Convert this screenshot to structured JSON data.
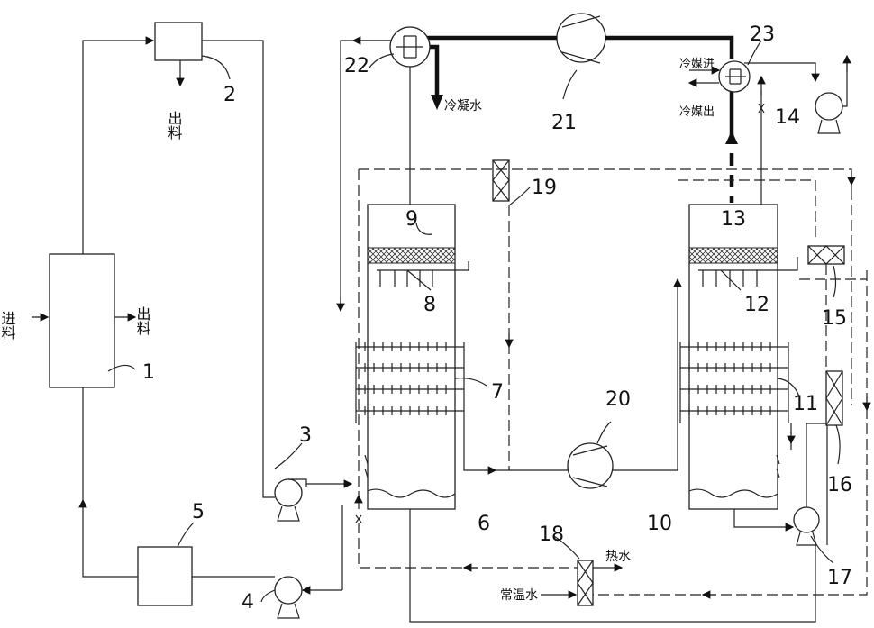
{
  "labels": {
    "n1": "1",
    "n2": "2",
    "n3": "3",
    "n4": "4",
    "n5": "5",
    "n6": "6",
    "n7": "7",
    "n8": "8",
    "n9": "9",
    "n10": "10",
    "n11": "11",
    "n12": "12",
    "n13": "13",
    "n14": "14",
    "n15": "15",
    "n16": "16",
    "n17": "17",
    "n18": "18",
    "n19": "19",
    "n20": "20",
    "n21": "21",
    "n22": "22",
    "n23": "23"
  },
  "text": {
    "feed_in": "进料",
    "discharge": "出料",
    "condensate": "冷凝水",
    "coolant_in": "冷媒进",
    "coolant_out": "冷媒出",
    "hot_water": "热水",
    "ambient_water": "常温水"
  }
}
